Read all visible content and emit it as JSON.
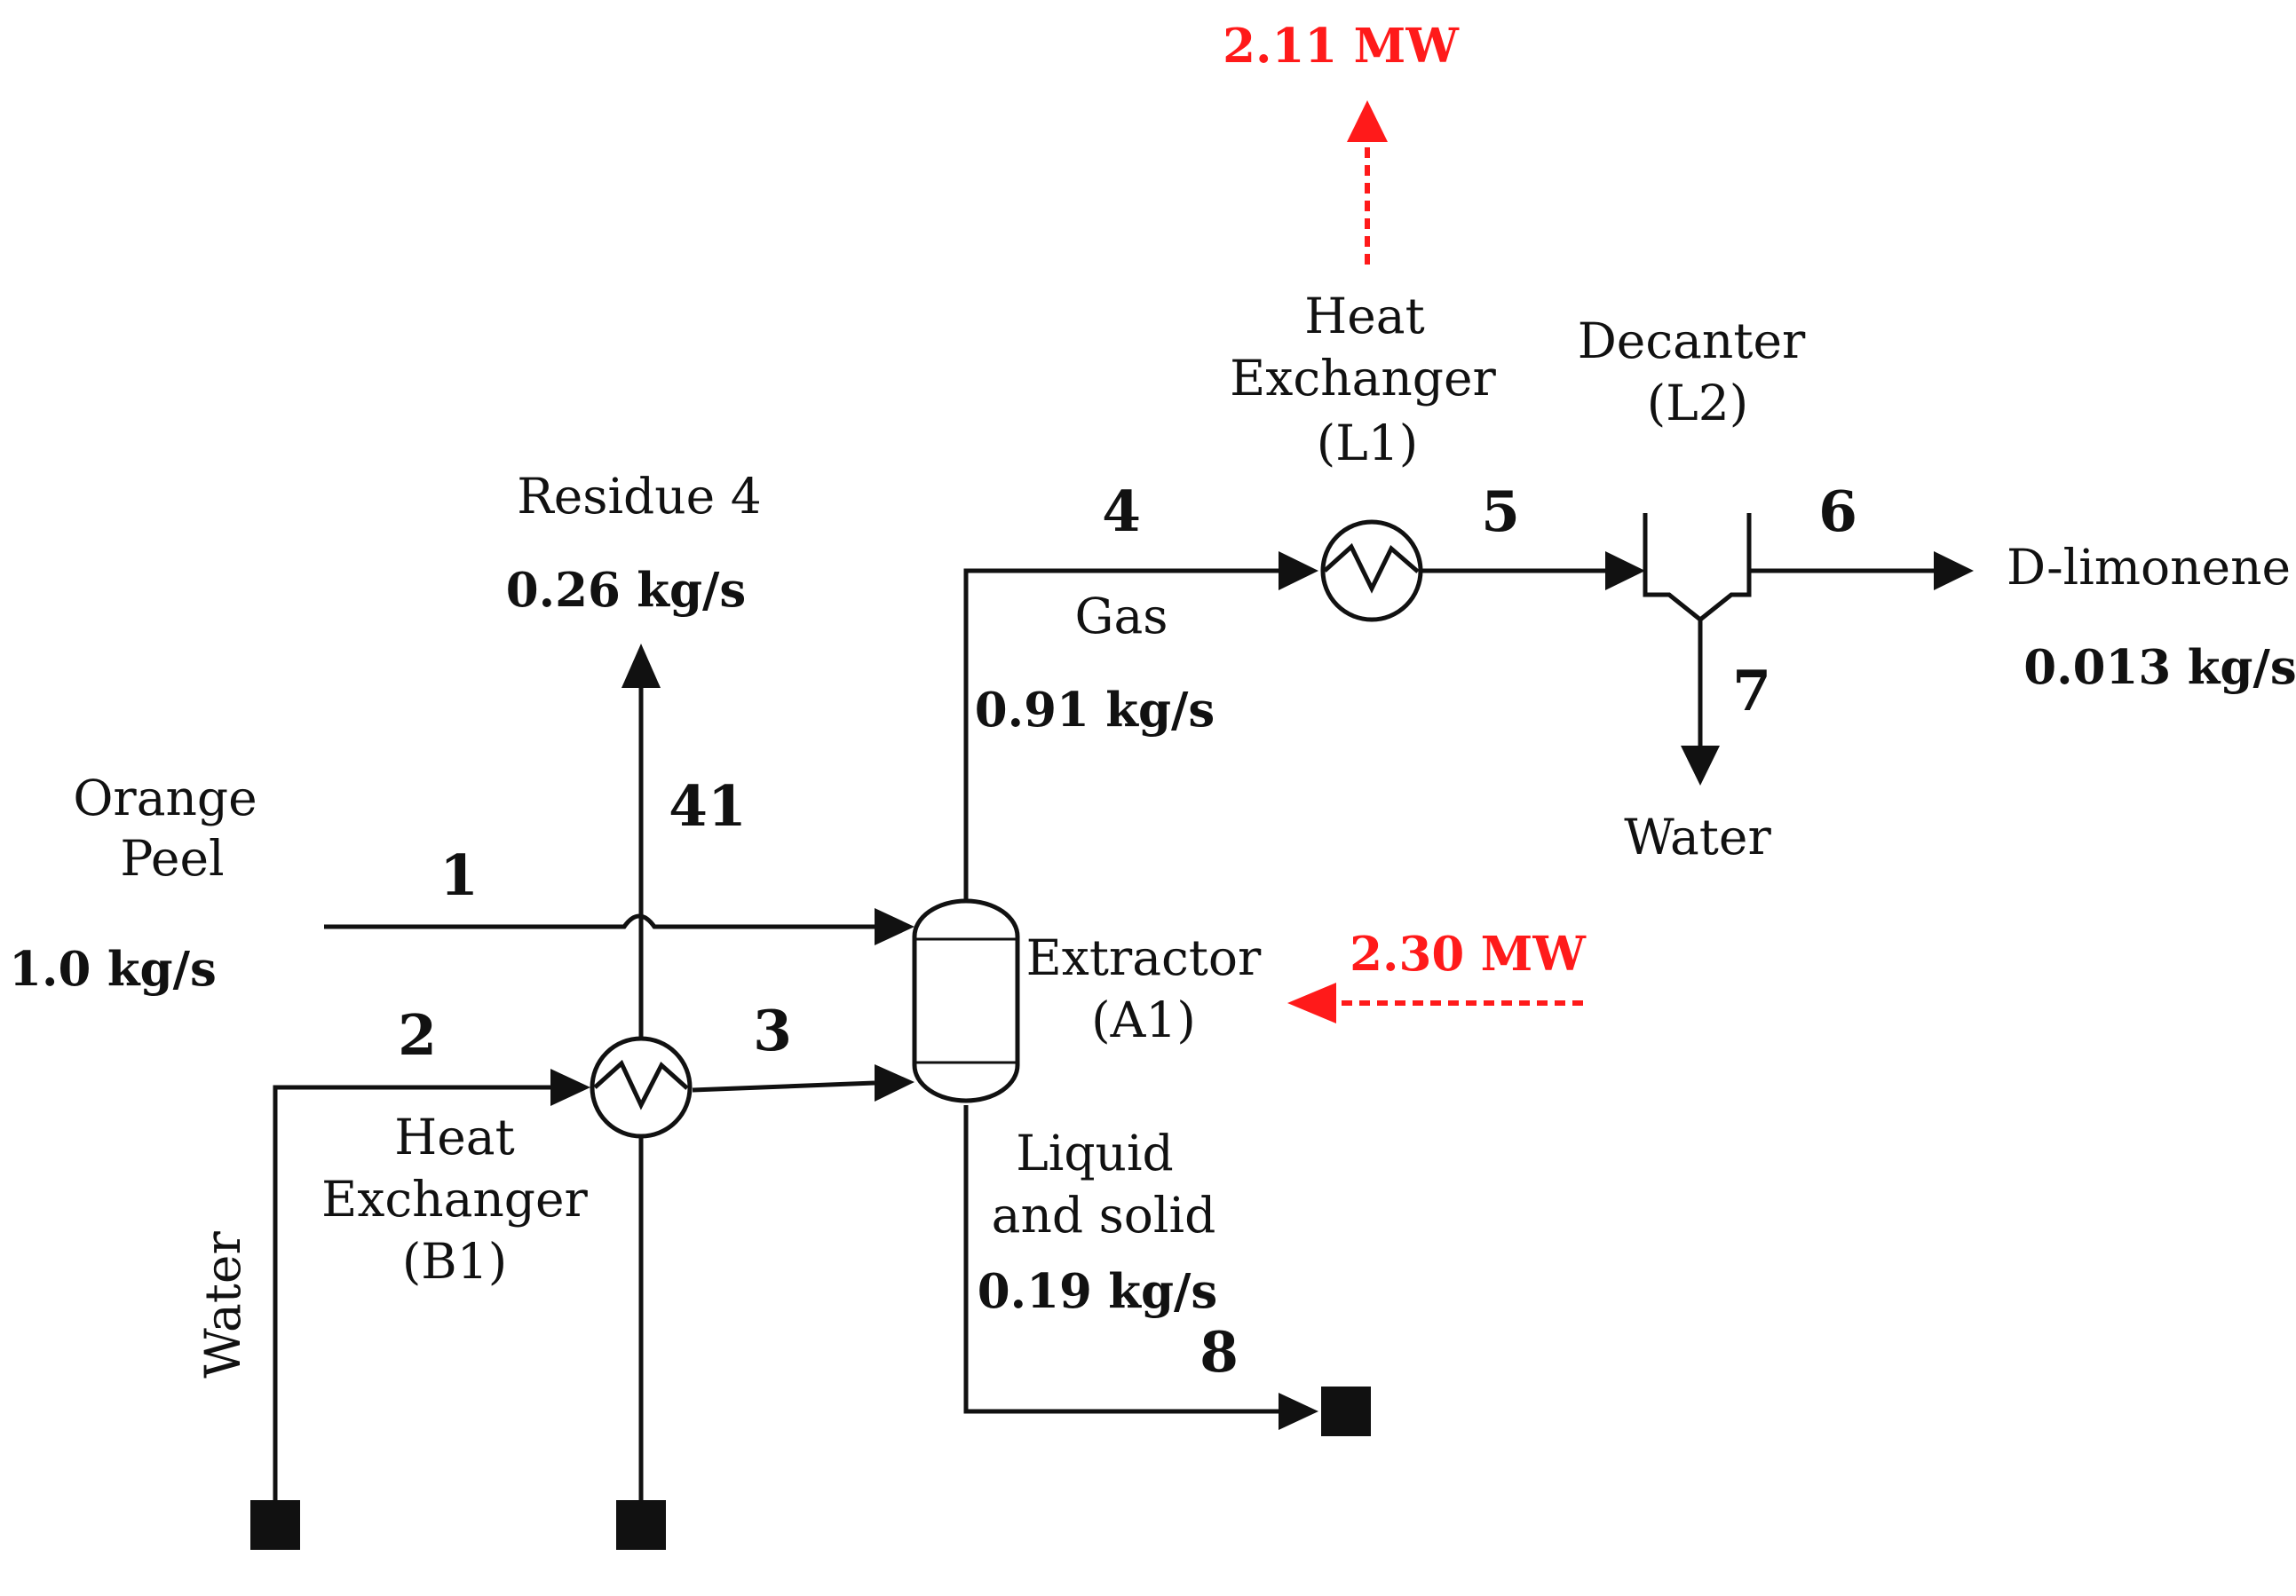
{
  "colors": {
    "line": "#111111",
    "energy": "#ff1a1a",
    "background": "#ffffff"
  },
  "labels": {
    "residue_name": "Residue 4",
    "residue_flow": "0.26 kg/s",
    "orange_peel_line1": "Orange",
    "orange_peel_line2": "Peel",
    "orange_peel_flow": "1.0 kg/s",
    "water_inlet": "Water",
    "hx_b1_line1": "Heat",
    "hx_b1_line2": "Exchanger",
    "hx_b1_line3": "(B1)",
    "extractor_line1": "Extractor",
    "extractor_line2": "(A1)",
    "gas_name": "Gas",
    "gas_flow": "0.91 kg/s",
    "liquid_line1": "Liquid",
    "liquid_line2": "and solid",
    "liquid_flow": "0.19 kg/s",
    "hx_l1_line1": "Heat",
    "hx_l1_line2": "Exchanger",
    "hx_l1_line3": "(L1)",
    "decanter_line1": "Decanter",
    "decanter_line2": "(L2)",
    "limonene_name": "D-limonene",
    "limonene_flow": "0.013 kg/s",
    "water_outlet": "Water"
  },
  "energy": {
    "hx_l1_duty": "2.11 MW",
    "extractor_duty": "2.30 MW"
  },
  "streams": {
    "s1": "1",
    "s2": "2",
    "s3": "3",
    "s4": "4",
    "s5": "5",
    "s6": "6",
    "s7": "7",
    "s8": "8",
    "s41": "41"
  }
}
